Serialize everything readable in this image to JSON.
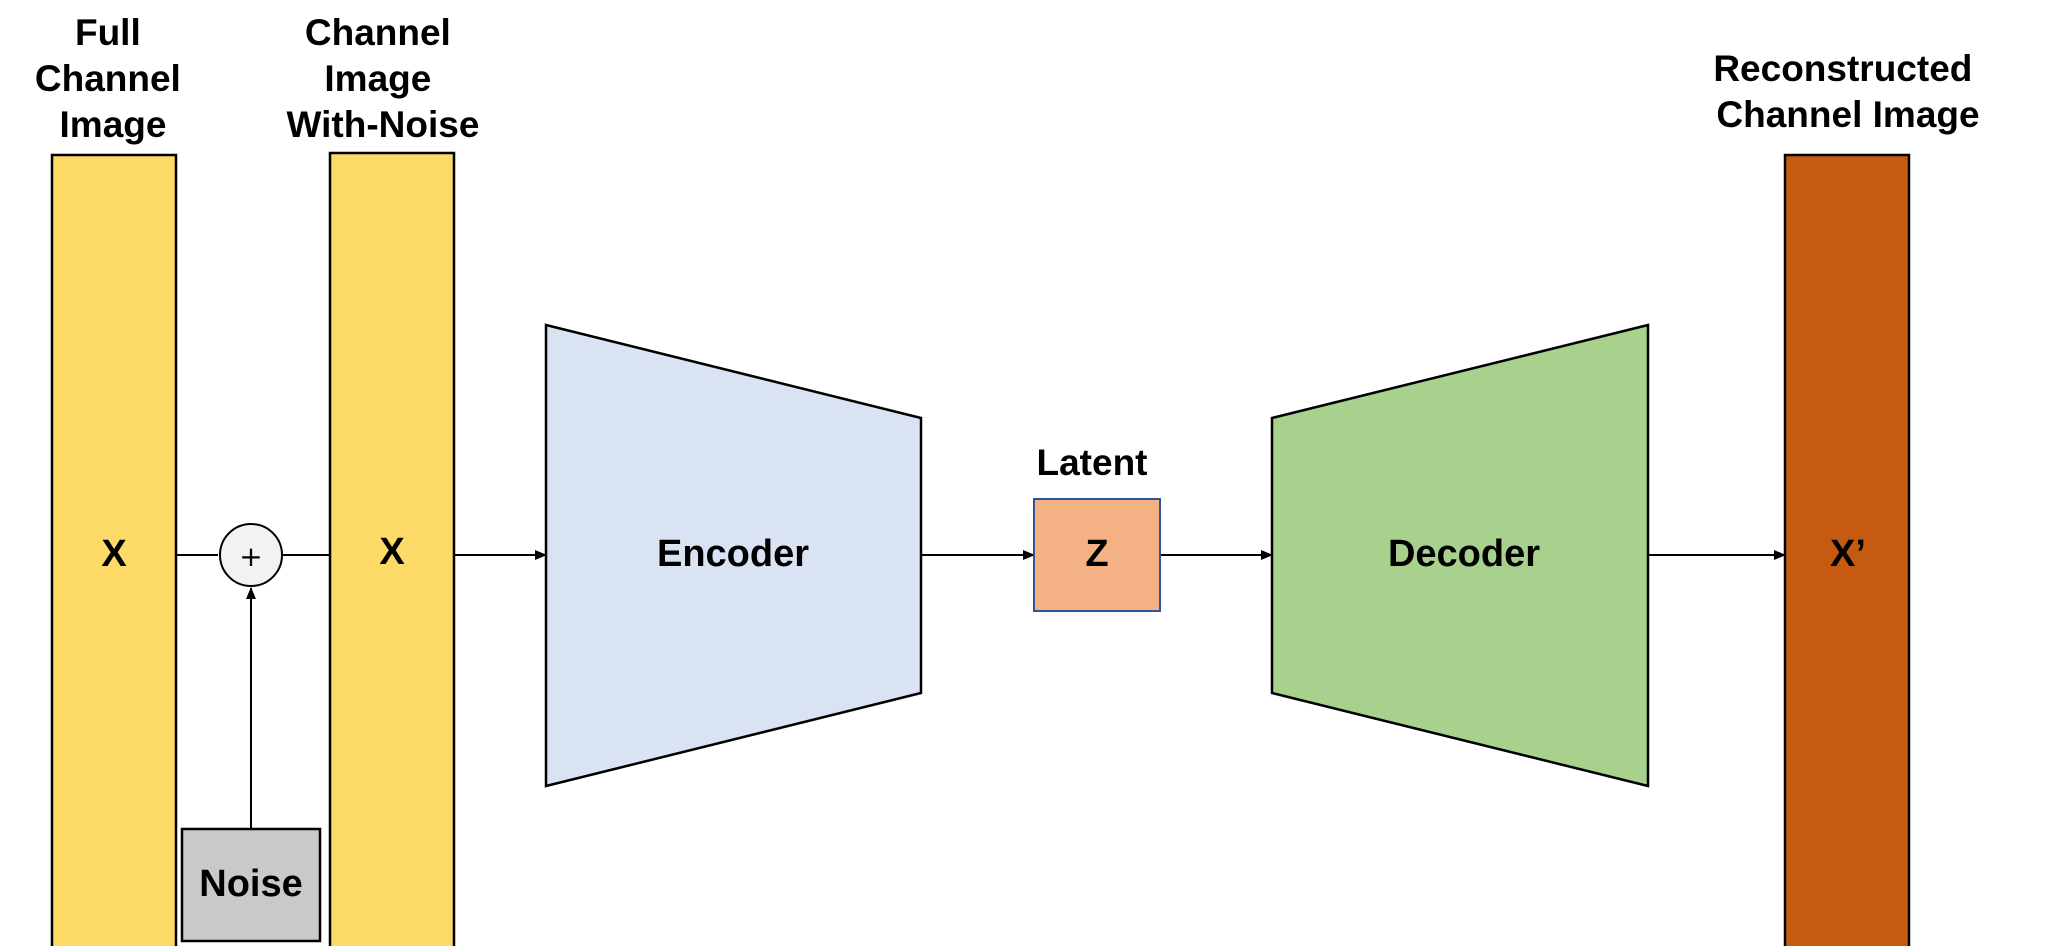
{
  "diagram": {
    "input_title": [
      "Full",
      "Channel",
      "Image"
    ],
    "noisy_title": [
      "Channel",
      "Image",
      "With-Noise"
    ],
    "output_title": [
      "Reconstructed",
      "Channel Image"
    ],
    "input_symbol": "X",
    "noisy_symbol": "X",
    "output_symbol": "X’",
    "plus_symbol": "+",
    "noise_label": "Noise",
    "encoder_label": "Encoder",
    "latent_title": "Latent",
    "latent_symbol": "Z",
    "decoder_label": "Decoder"
  },
  "colors": {
    "input_bar": "#fdd967",
    "noisy_bar": "#fdd967",
    "output_bar": "#c55a11",
    "noise_box": "#c9c9c9",
    "encoder": "#dae3f3",
    "latent": "#f4b183",
    "latent_border": "#2f5597",
    "decoder": "#a9d18e",
    "plus_circle": "#f2f2f2",
    "stroke": "#000000"
  }
}
